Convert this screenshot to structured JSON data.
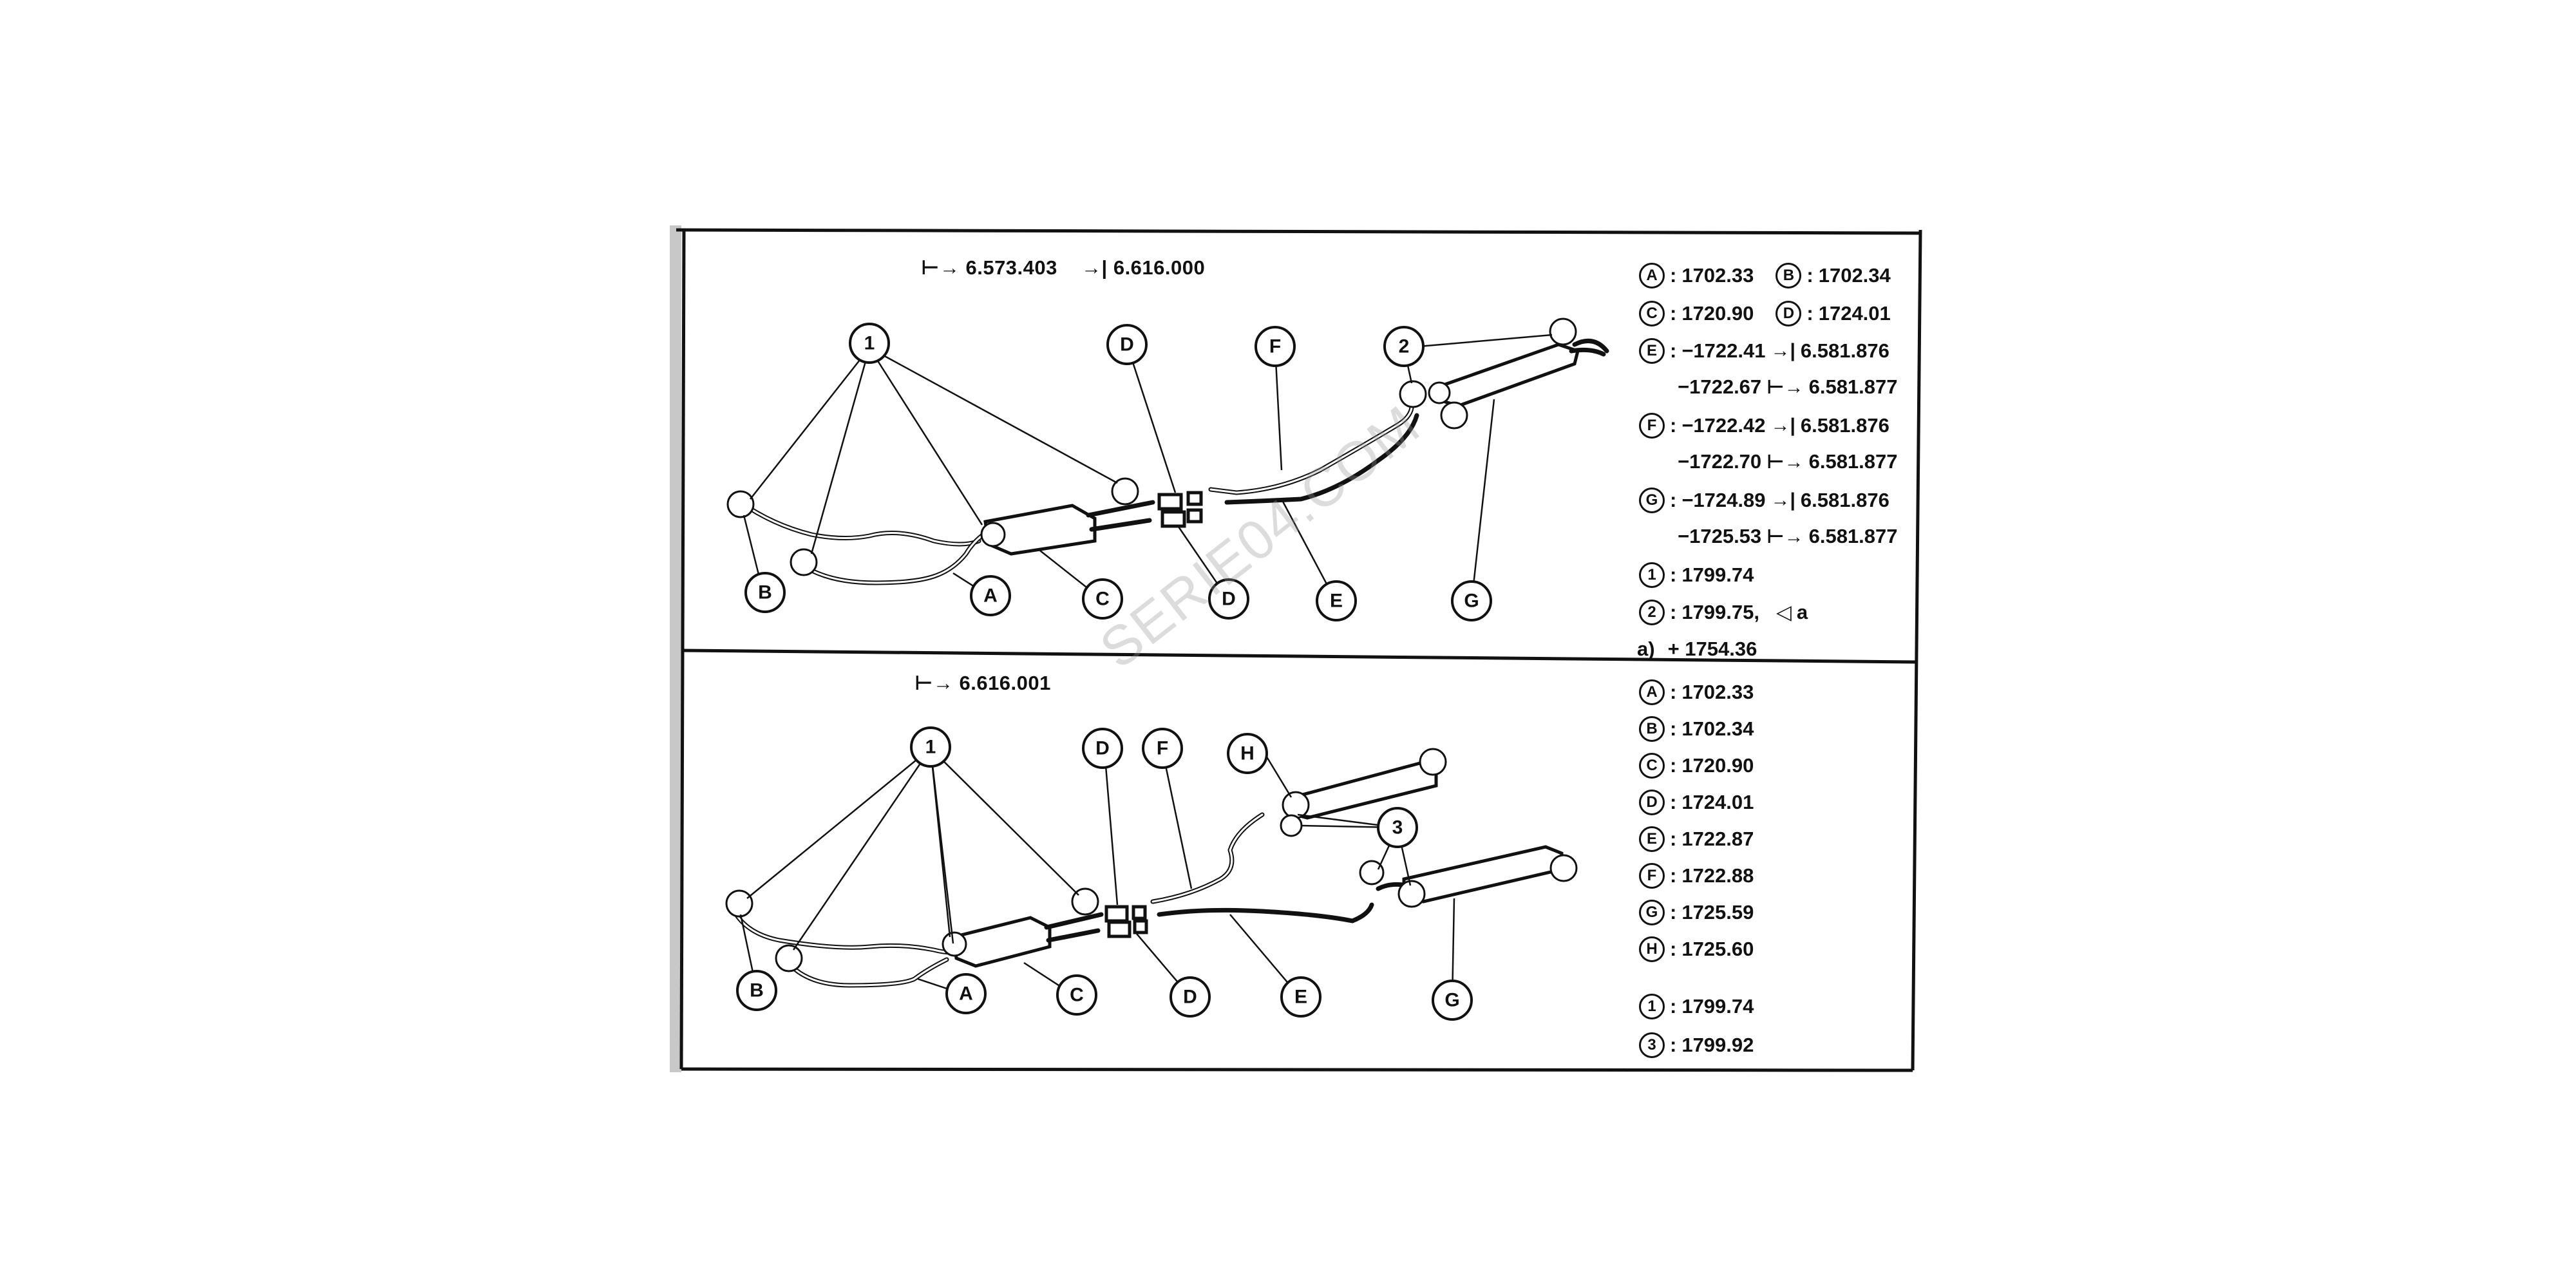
{
  "watermark": "SERIE04.COM",
  "panel_top": {
    "range": {
      "from": "6.573.403",
      "to": "6.616.000"
    },
    "callouts": [
      "1",
      "2",
      "A",
      "B",
      "C",
      "D",
      "E",
      "F",
      "G"
    ],
    "legend": {
      "A": "1702.33",
      "B": "1702.34",
      "C": "1720.90",
      "D": "1724.01",
      "E1": "−1722.41",
      "E1_serial": "6.581.876",
      "E2": "−1722.67",
      "E2_serial": "6.581.877",
      "F1": "−1722.42",
      "F1_serial": "6.581.876",
      "F2": "−1722.70",
      "F2_serial": "6.581.877",
      "G1": "−1724.89",
      "G1_serial": "6.581.876",
      "G2": "−1725.53",
      "G2_serial": "6.581.877",
      "n1": "1799.74",
      "n2": "1799.75,",
      "n2_suffix": "a",
      "a_note_key": "a)",
      "a_note": "+ 1754.36"
    }
  },
  "panel_bottom": {
    "range": {
      "from": "6.616.001"
    },
    "callouts": [
      "1",
      "3",
      "A",
      "B",
      "C",
      "D",
      "E",
      "F",
      "G",
      "H"
    ],
    "legend": {
      "A": "1702.33",
      "B": "1702.34",
      "C": "1720.90",
      "D": "1724.01",
      "E": "1722.87",
      "F": "1722.88",
      "G": "1725.59",
      "H": "1725.60",
      "n1": "1799.74",
      "n3": "1799.92"
    }
  }
}
